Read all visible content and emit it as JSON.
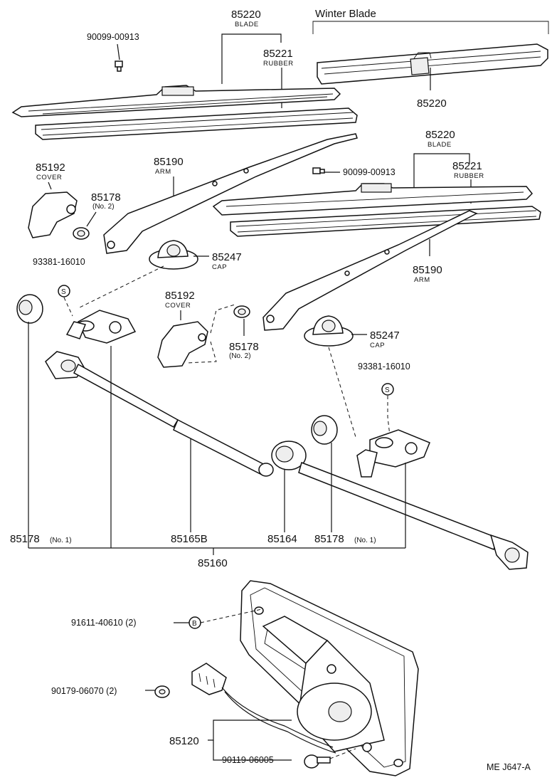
{
  "labels": {
    "winter_blade": "Winter Blade",
    "blade_top_no": "85220",
    "blade_top_sub": "BLADE",
    "bolt_top": "90099-00913",
    "rubber_top_no": "85221",
    "rubber_top_sub": "RUBBER",
    "winter_no": "85220",
    "blade_mid_no": "85220",
    "blade_mid_sub": "BLADE",
    "bolt_mid": "90099-00913",
    "rubber_mid_no": "85221",
    "rubber_mid_sub": "RUBBER",
    "cover_left_no": "85192",
    "cover_left_sub": "COVER",
    "arm_left_no": "85190",
    "arm_left_sub": "ARM",
    "nut_left_no": "85178",
    "nut_left_sub": "(No. 2)",
    "cap_left_no": "85247",
    "cap_left_sub": "CAP",
    "pivot_left": "93381-16010",
    "arm_right_no": "85190",
    "arm_right_sub": "ARM",
    "cover_mid_no": "85192",
    "cover_mid_sub": "COVER",
    "nut_mid_no": "85178",
    "nut_mid_sub": "(No. 2)",
    "cap_right_no": "85247",
    "cap_right_sub": "CAP",
    "pivot_right": "93381-16010",
    "bush_left_no": "85178",
    "bush_left_sub": "(No. 1)",
    "rod_no": "85165B",
    "link_no": "85164",
    "bush_right_no": "85178",
    "bush_right_sub": "(No. 1)",
    "assy_no": "85160",
    "bolt_b": "91611-40610 (2)",
    "nut_90179": "90179-06070 (2)",
    "motor_no": "85120",
    "screw_90119": "90119-06005",
    "footer": "ME  J647-A",
    "mark_s": "S",
    "mark_b": "B"
  }
}
